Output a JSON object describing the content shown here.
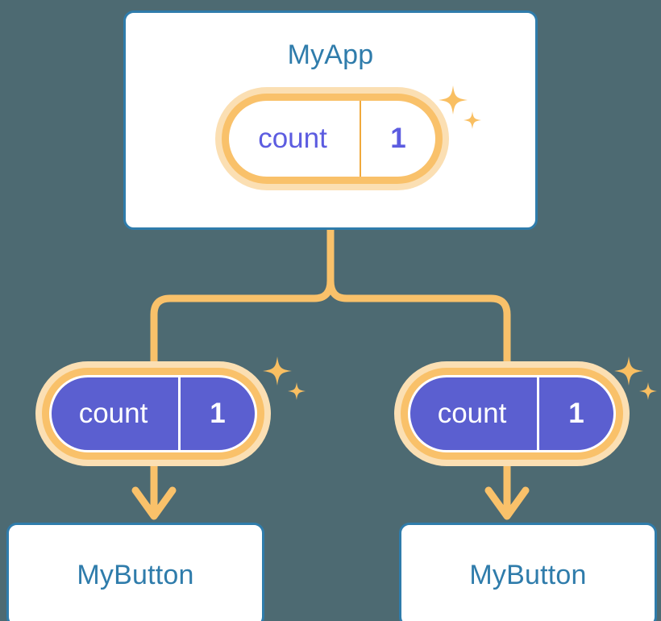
{
  "background_color": "#4d6a72",
  "palette": {
    "card_border": "#2f7cab",
    "card_title_text": "#2f7cab",
    "card_fill": "#ffffff",
    "pill_outer_halo": "#fbdfb3",
    "pill_ring": "#f9c16a",
    "pill_light_fill": "#ffffff",
    "pill_light_text": "#5c5ce0",
    "pill_purple_fill": "#5b5fd0",
    "pill_purple_text": "#ffffff",
    "connector_line": "#f9c16a",
    "sparkle": "#f9bf62"
  },
  "diagram": {
    "type": "component-tree",
    "root": {
      "name": "root-component",
      "title": "MyApp",
      "state": {
        "key": "count",
        "value": "1",
        "style": "light"
      },
      "sparkle": true
    },
    "children": [
      {
        "name": "child-left",
        "title": "MyButton",
        "state": {
          "key": "count",
          "value": "1",
          "style": "purple"
        },
        "sparkle": true
      },
      {
        "name": "child-right",
        "title": "MyButton",
        "state": {
          "key": "count",
          "value": "1",
          "style": "purple"
        },
        "sparkle": true
      }
    ]
  }
}
